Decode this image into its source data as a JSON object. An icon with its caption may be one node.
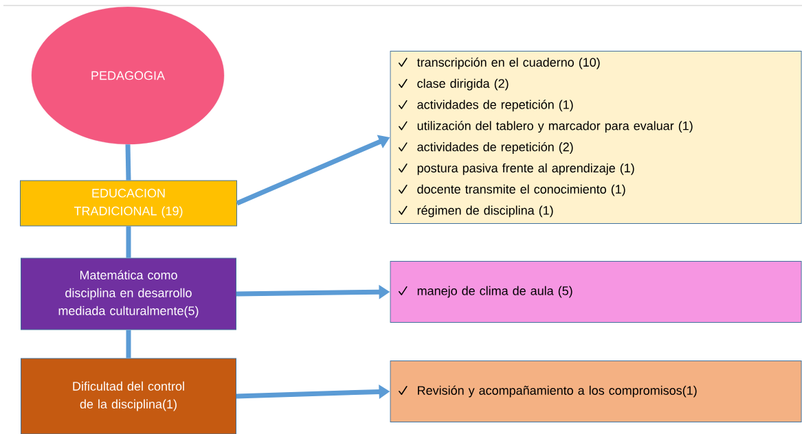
{
  "diagram": {
    "nodes": [
      {
        "text": [
          "PEDAGOGIA"
        ]
      },
      {
        "text": [
          "EDUCACION TRADICIONAL (19)"
        ]
      },
      {
        "text": [
          "transcripción en el cuaderno (10)",
          "clase dirigida (2)",
          "actividades de repetición (1)",
          "utilización del tablero y marcador para evaluar (1)",
          "actividades de repetición (2)",
          "postura pasiva frente al aprendizaje (1)",
          "docente transmite el conocimiento (1)",
          "régimen de disciplina (1)"
        ]
      },
      {
        "text": [
          "Matemática como disciplina en desarrollo mediada culturalmente(5)"
        ]
      },
      {
        "text": [
          "manejo de clima de aula (5)"
        ]
      },
      {
        "text": [
          "Dificultad del control de la disciplina(1)"
        ]
      },
      {
        "text": [
          "Revisión y acompañamiento a los compromisos(1)"
        ]
      }
    ],
    "edges": [
      {
        "from": 0,
        "to": 1,
        "arrow": "none"
      },
      {
        "from": 1,
        "to": 3,
        "arrow": "none"
      },
      {
        "from": 3,
        "to": 5,
        "arrow": "none"
      },
      {
        "from": 1,
        "to": 2,
        "arrow": "to"
      },
      {
        "from": 3,
        "to": 4,
        "arrow": "to"
      },
      {
        "from": 5,
        "to": 6,
        "arrow": "to"
      }
    ]
  }
}
